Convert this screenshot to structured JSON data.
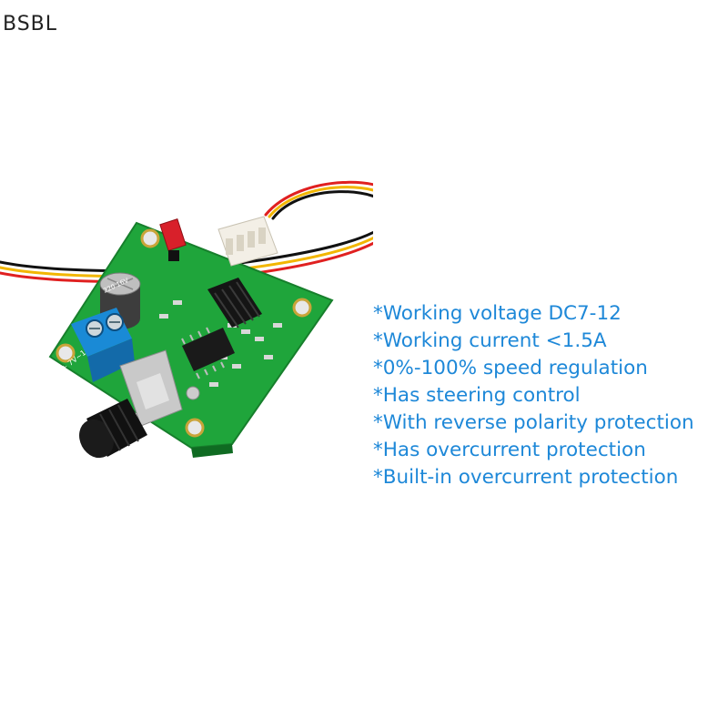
{
  "brand": {
    "text": "BSBL"
  },
  "photo": {
    "board_marking": "+ 7V~12V -",
    "capacitor_marking": "220 16V",
    "colors": {
      "pcb": "#1fa53b",
      "terminal": "#1a8ad6",
      "wire_red": "#e02020",
      "wire_yellow": "#f2b600",
      "wire_black": "#111111",
      "connector": "#f3efe6"
    }
  },
  "features": {
    "color": "#1e88d8",
    "items": [
      "*Working voltage DC7-12",
      "*Working current <1.5A",
      "*0%-100% speed regulation",
      "*Has steering control",
      "*With reverse polarity protection",
      "*Has overcurrent protection",
      "*Built-in overcurrent protection"
    ]
  }
}
